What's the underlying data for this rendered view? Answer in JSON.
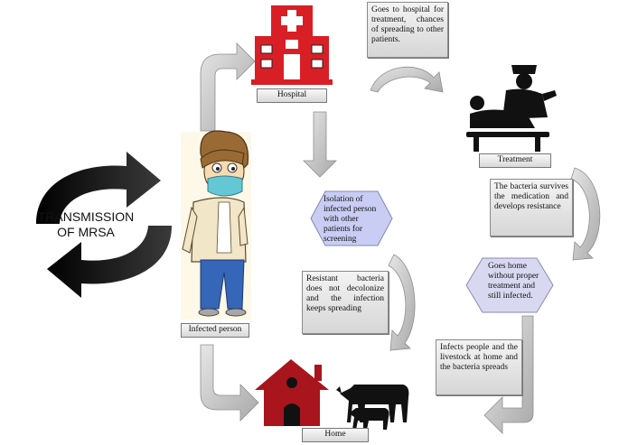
{
  "title": {
    "line1": "TRANSMISSION",
    "line2": "OF MRSA"
  },
  "labels": {
    "hospital": "Hospital",
    "treatment": "Treatment",
    "infected_person": "Infected person",
    "home": "Home"
  },
  "boxes": {
    "goes_to_hospital": "Goes to hospital for treatment, chances of spreading to other patients.",
    "bacteria_survives": "The bacteria survives the medication and develops resistance",
    "resistant_bacteria": "Resistant bacteria does not decolonize and the infection keeps spreading",
    "infects_people": "Infects people and the livestock at home and the bacteria spreads"
  },
  "hexagons": {
    "isolation": "Isolation of infected person with other patients for screening",
    "goes_home": "Goes home without proper treatment and still infected."
  },
  "colors": {
    "hospital_red": "#d81f26",
    "house_red": "#a8151d",
    "isolation_hex": "#c9cdf3",
    "goes_home_hex": "#d8d8f0",
    "arrow_gray": "#b8b8b8",
    "cycle_arrow": "#1a1a1a"
  }
}
